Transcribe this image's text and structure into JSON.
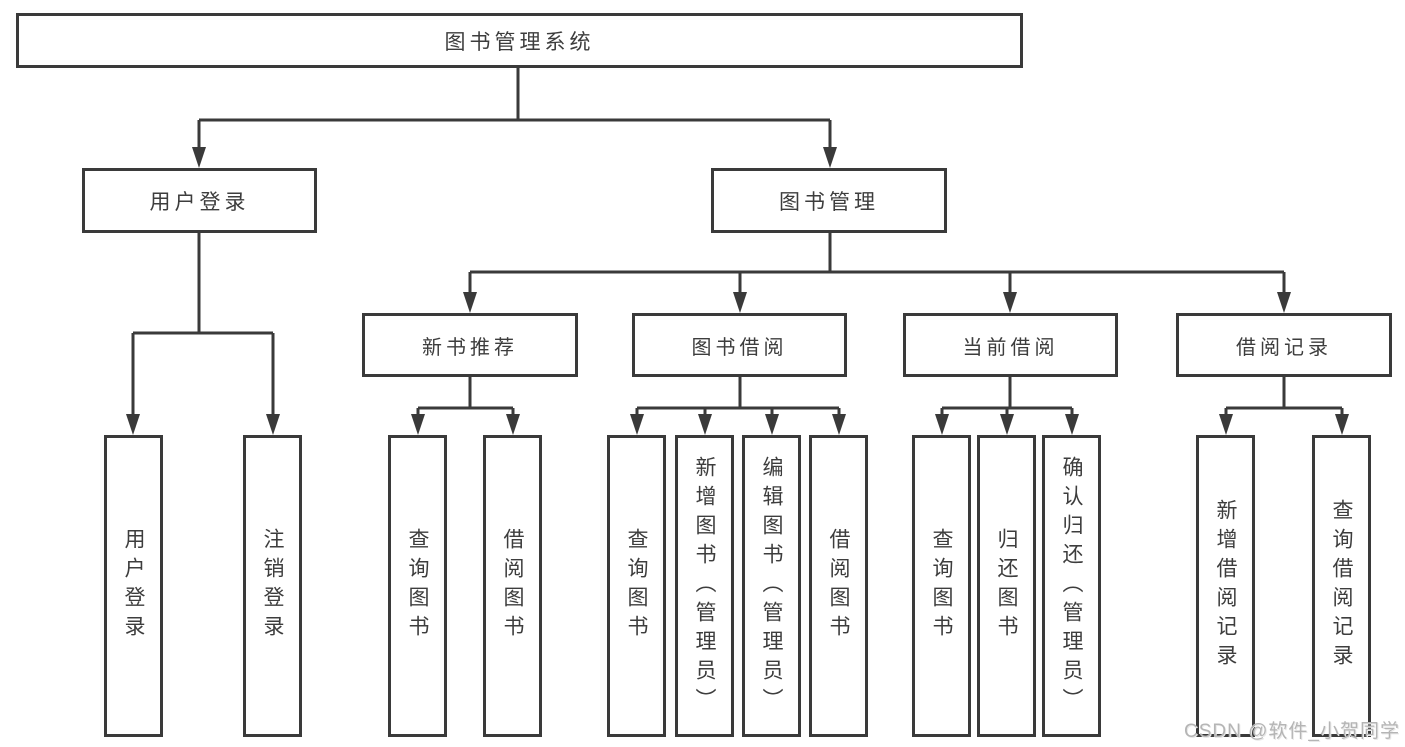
{
  "diagram": {
    "root": "图书管理系统",
    "branches": [
      {
        "label": "用户登录",
        "children": [
          "用户登录",
          "注销登录"
        ]
      },
      {
        "label": "图书管理",
        "modules": [
          {
            "label": "新书推荐",
            "children": [
              "查询图书",
              "借阅图书"
            ]
          },
          {
            "label": "图书借阅",
            "children": [
              "查询图书",
              "新增图书（管理员）",
              "编辑图书（管理员）",
              "借阅图书"
            ]
          },
          {
            "label": "当前借阅",
            "children": [
              "查询图书",
              "归还图书",
              "确认归还（管理员）"
            ]
          },
          {
            "label": "借阅记录",
            "children": [
              "新增借阅记录",
              "查询借阅记录"
            ]
          }
        ]
      }
    ]
  },
  "colors": {
    "line": "#3a3a3a",
    "text": "#3d3d3d",
    "watermark": "#b5b5b5"
  },
  "watermark": "CSDN @软件_小贺同学"
}
